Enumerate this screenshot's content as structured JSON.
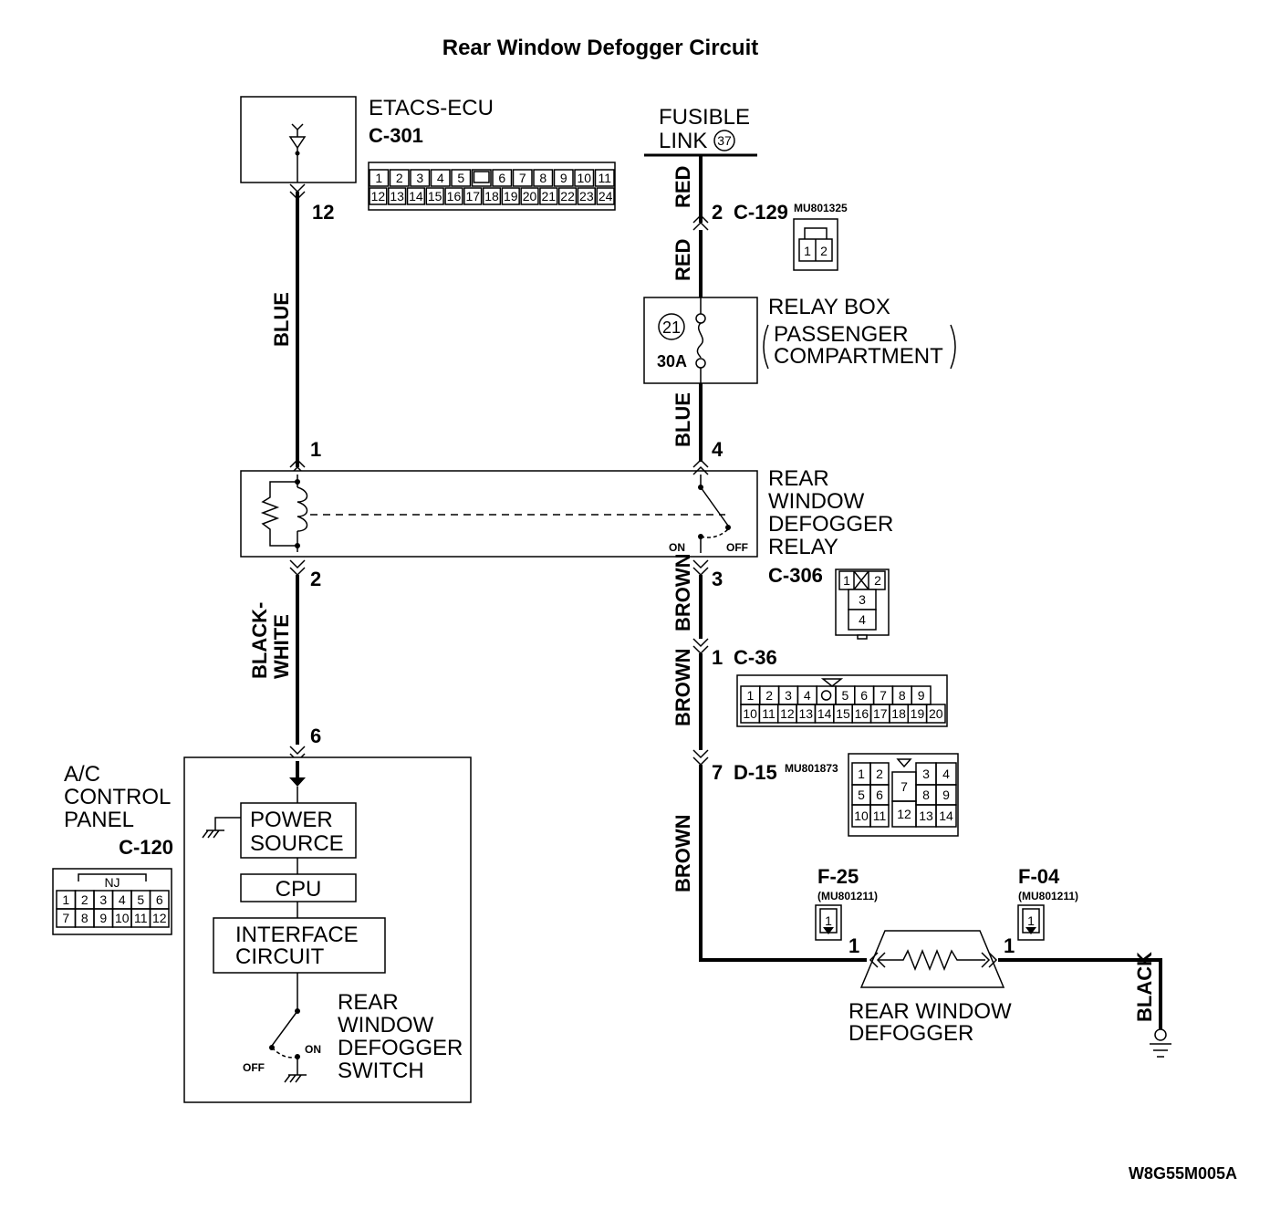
{
  "title": "Rear Window Defogger Circuit",
  "footer_code": "W8G55M005A",
  "etacs": {
    "name": "ETACS-ECU",
    "connector": "C-301",
    "pin": "12",
    "pins_row1": [
      "1",
      "2",
      "3",
      "4",
      "5",
      "",
      "6",
      "7",
      "8",
      "9",
      "10",
      "11"
    ],
    "pins_row2": [
      "12",
      "13",
      "14",
      "15",
      "16",
      "17",
      "18",
      "19",
      "20",
      "21",
      "22",
      "23",
      "24"
    ]
  },
  "fusible": {
    "line1": "FUSIBLE",
    "line2": "LINK",
    "number": "37"
  },
  "c129": {
    "pin": "2",
    "connector": "C-129",
    "part": "MU801325",
    "pins": [
      "1",
      "2"
    ]
  },
  "relay_box": {
    "name": "RELAY BOX",
    "sub1": "PASSENGER",
    "sub2": "COMPARTMENT",
    "fuse_no": "21",
    "rating": "30A"
  },
  "relay": {
    "l1": "REAR",
    "l2": "WINDOW",
    "l3": "DEFOGGER",
    "l4": "RELAY",
    "pin_top_left": "1",
    "pin_bottom_left": "2",
    "pin_top_right": "4",
    "pin_bottom_right": "3",
    "on": "ON",
    "off": "OFF",
    "connector": "C-306",
    "conn_pins": [
      "1",
      "2",
      "3",
      "4"
    ]
  },
  "c36": {
    "pin": "1",
    "connector": "C-36",
    "row1": [
      "1",
      "2",
      "3",
      "4",
      "",
      "5",
      "6",
      "7",
      "8",
      "9"
    ],
    "row2": [
      "10",
      "11",
      "12",
      "13",
      "14",
      "15",
      "16",
      "17",
      "18",
      "19",
      "20"
    ]
  },
  "d15": {
    "pin": "7",
    "connector": "D-15",
    "part": "MU801873",
    "cells": [
      "1",
      "2",
      "7",
      "3",
      "4",
      "5",
      "6",
      "8",
      "9",
      "10",
      "11",
      "12",
      "13",
      "14"
    ]
  },
  "ac_panel": {
    "l1": "A/C",
    "l2": "CONTROL",
    "l3": "PANEL",
    "connector": "C-120",
    "pin": "6",
    "tag": "NJ",
    "row1": [
      "1",
      "2",
      "3",
      "4",
      "5",
      "6"
    ],
    "row2": [
      "7",
      "8",
      "9",
      "10",
      "11",
      "12"
    ]
  },
  "blocks": {
    "ps1": "POWER",
    "ps2": "SOURCE",
    "cpu": "CPU",
    "if1": "INTERFACE",
    "if2": "CIRCUIT"
  },
  "switch": {
    "l1": "REAR",
    "l2": "WINDOW",
    "l3": "DEFOGGER",
    "l4": "SWITCH",
    "on": "ON",
    "off": "OFF"
  },
  "defogger": {
    "l1": "REAR WINDOW",
    "l2": "DEFOGGER",
    "f25": "F-25",
    "f25_part": "(MU801211)",
    "f04": "F-04",
    "f04_part": "(MU801211)",
    "pin_left": "1",
    "pin_right": "1",
    "conn_pin": "1"
  },
  "wires": {
    "blue_left": "BLUE",
    "black1": "BLACK-",
    "white1": "WHITE",
    "red_top": "RED",
    "red_mid": "RED",
    "blue_right": "BLUE",
    "brown1": "BROWN",
    "brown2": "BROWN",
    "brown3": "BROWN",
    "black_gnd": "BLACK"
  }
}
